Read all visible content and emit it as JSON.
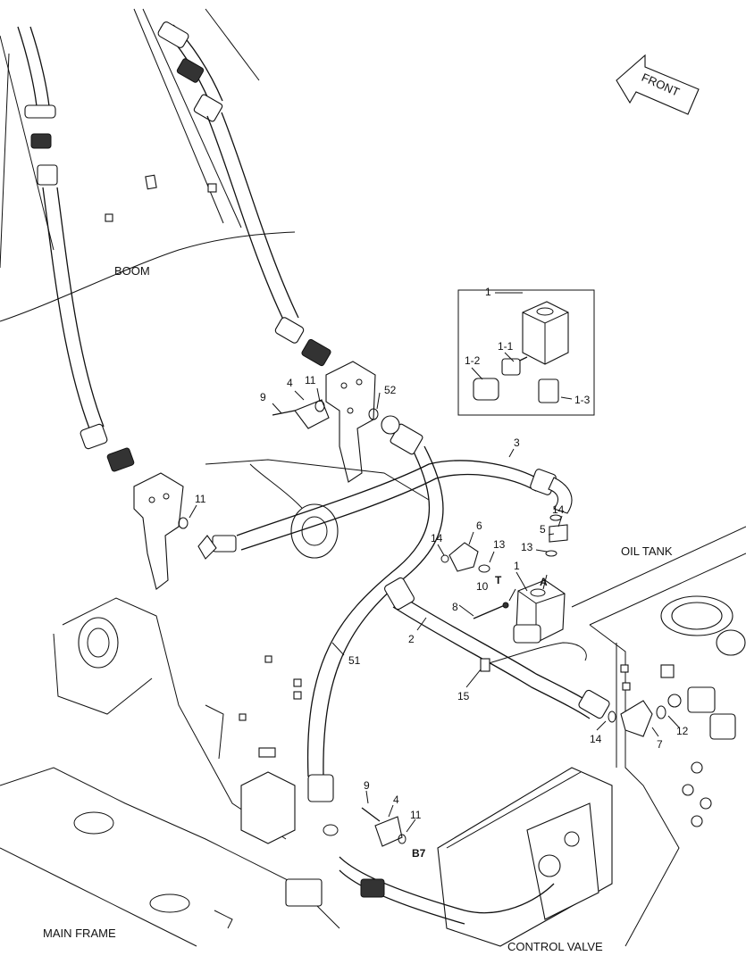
{
  "areas": {
    "boom": "BOOM",
    "oil_tank": "OIL TANK",
    "main_frame": "MAIN FRAME",
    "control_valve": "CONTROL VALVE",
    "front": "FRONT"
  },
  "ports": {
    "a": "A",
    "t": "T",
    "b7": "B7"
  },
  "inset": {
    "main": "1",
    "parts": [
      "1-1",
      "1-2",
      "1-3"
    ]
  },
  "callouts": {
    "c9a": "9",
    "c4a": "4",
    "c11a": "11",
    "c52": "52",
    "c3": "3",
    "c11b": "11",
    "c6": "6",
    "c14a": "14",
    "c13a": "13",
    "c14b": "14",
    "c5": "5",
    "c13b": "13",
    "c1": "1",
    "c10": "10",
    "c8": "8",
    "c2": "2",
    "c51": "51",
    "c15": "15",
    "c14c": "14",
    "c7": "7",
    "c12": "12",
    "c9b": "9",
    "c4b": "4",
    "c11c": "11"
  }
}
